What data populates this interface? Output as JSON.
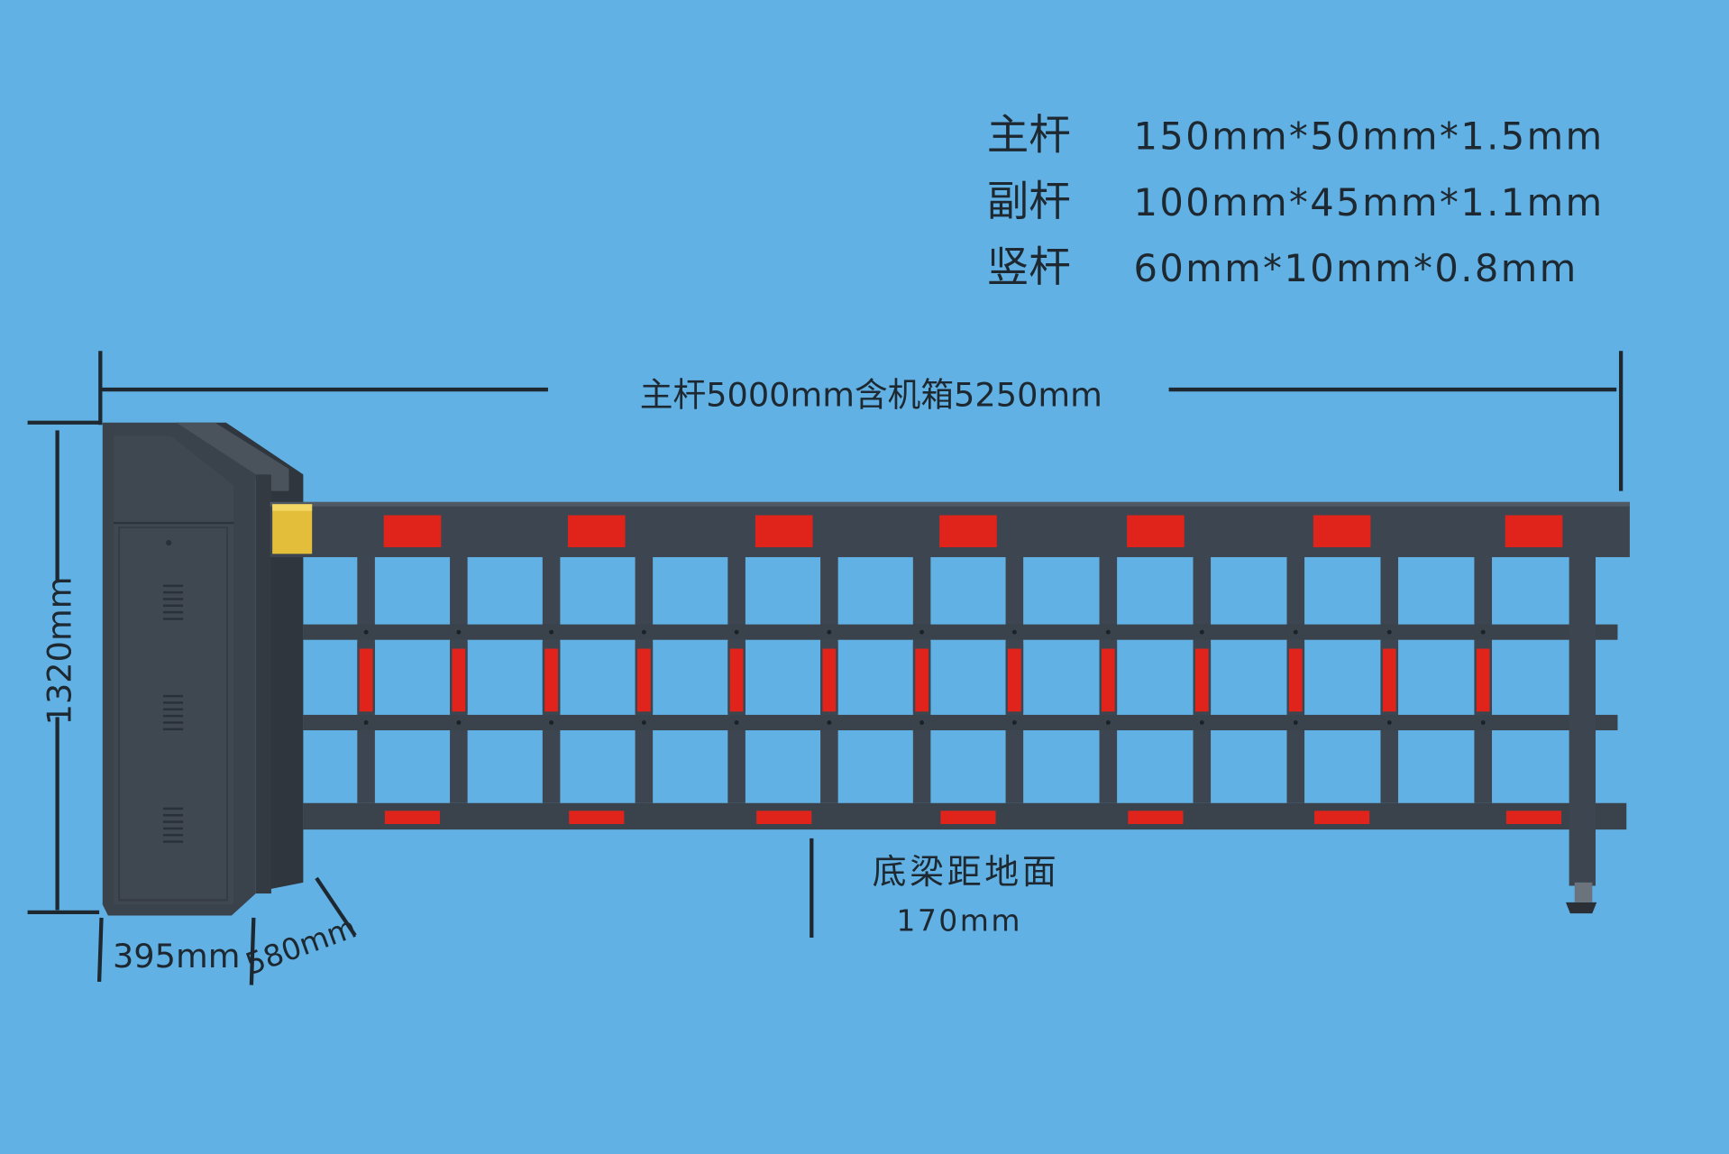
{
  "specs": [
    {
      "label": "主杆",
      "value": "150mm*50mm*1.5mm"
    },
    {
      "label": "副杆",
      "value": "100mm*45mm*1.1mm"
    },
    {
      "label": "竖杆",
      "value": "60mm*10mm*0.8mm"
    }
  ],
  "dimensions": {
    "length": "主杆5000mm含机箱5250mm",
    "height": "1320mm",
    "cabinet_width": "395mm",
    "cabinet_depth": "580mm",
    "ground_clearance_label": "底梁距地面",
    "ground_clearance_value": "170mm"
  },
  "colors": {
    "background": "#62b1e4",
    "metal": "#3d4650",
    "reflector": "#e0241b",
    "clamp": "#e3be3a"
  }
}
